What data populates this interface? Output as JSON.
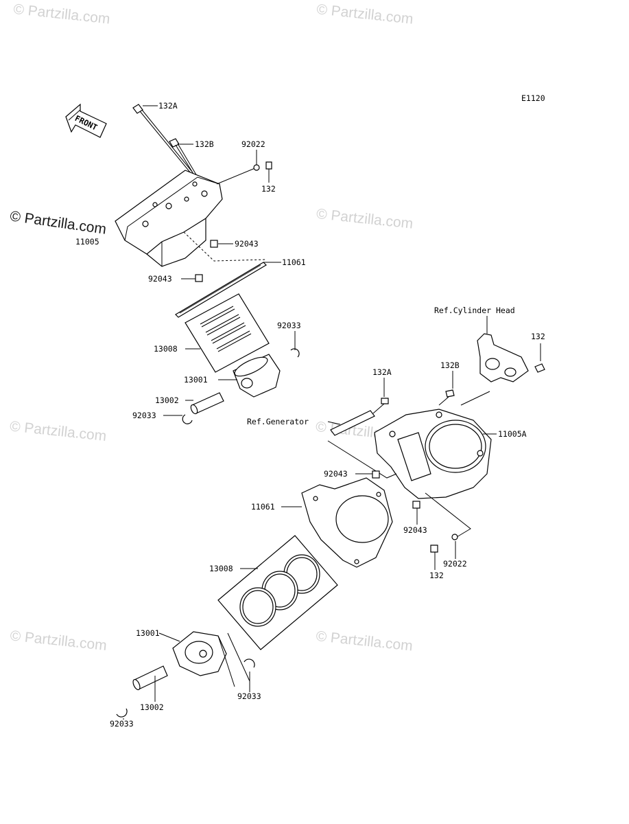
{
  "diagram": {
    "code": "E1120",
    "front_label": "FRONT",
    "watermarks": {
      "text": "© Partzilla.com",
      "prominent": "© Partzilla.com"
    },
    "part_labels": {
      "p132A_top": "132A",
      "p132B_top": "132B",
      "p92022_top": "92022",
      "p132_top": "132",
      "p11005_top": "11005",
      "p92043_top_r": "92043",
      "p11061_top": "11061",
      "p92043_top_l": "92043",
      "p92033_top_r": "92033",
      "p13008_top": "13008",
      "p13001_top": "13001",
      "p13002_top": "13002",
      "p92033_top_l": "92033",
      "ref_cyl_head": "Ref.Cylinder Head",
      "p132_right": "132",
      "p132A_mid": "132A",
      "p132B_mid": "132B",
      "ref_generator": "Ref.Generator",
      "p11005A": "11005A",
      "p92043_mid_l": "92043",
      "p11061_bot": "11061",
      "p92043_mid_r": "92043",
      "p92022_bot": "92022",
      "p132_bot": "132",
      "p13008_bot": "13008",
      "p13001_bot": "13001",
      "p92033_bot_r": "92033",
      "p13002_bot": "13002",
      "p92033_bot_l": "92033"
    }
  }
}
